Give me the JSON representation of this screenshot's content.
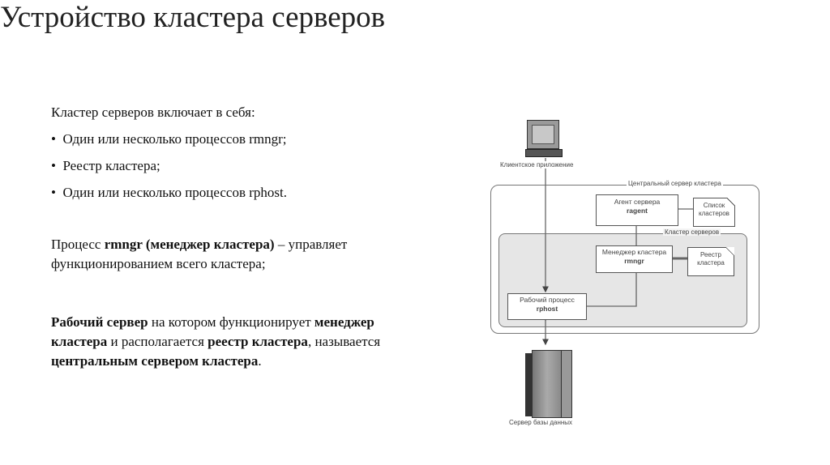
{
  "title": "Устройство кластера серверов",
  "intro": "Кластер серверов включает в себя:",
  "bullets": [
    "Один или несколько процессов rmngr;",
    "Реестр кластера;",
    "Один или несколько процессов rphost."
  ],
  "para1": {
    "p1": "Процесс ",
    "b1": "rmngr (менеджер кластера)",
    "p2": " – управляет",
    "line2": "функционированием всего кластера;"
  },
  "para2": {
    "b1": "Рабочий сервер",
    "p1": " на котором функционирует ",
    "b2": "менеджер",
    "b3": "кластера",
    "p2": " и располагается ",
    "b4": "реестр кластера",
    "p3": ", называется",
    "b5": "центральным сервером кластера",
    "p4": "."
  },
  "diagram": {
    "client": "Клиентское приложение",
    "central": "Центральный сервер кластера",
    "agent": {
      "line1": "Агент сервера",
      "line2": "ragent"
    },
    "cluster_list": {
      "line1": "Список",
      "line2": "кластеров"
    },
    "cluster": "Кластер серверов",
    "manager": {
      "line1": "Менеджер кластера",
      "line2": "rmngr"
    },
    "registry": {
      "line1": "Реестр",
      "line2": "кластера"
    },
    "worker": {
      "line1": "Рабочий процесс",
      "line2": "rphost"
    },
    "db": "Сервер базы данных"
  }
}
